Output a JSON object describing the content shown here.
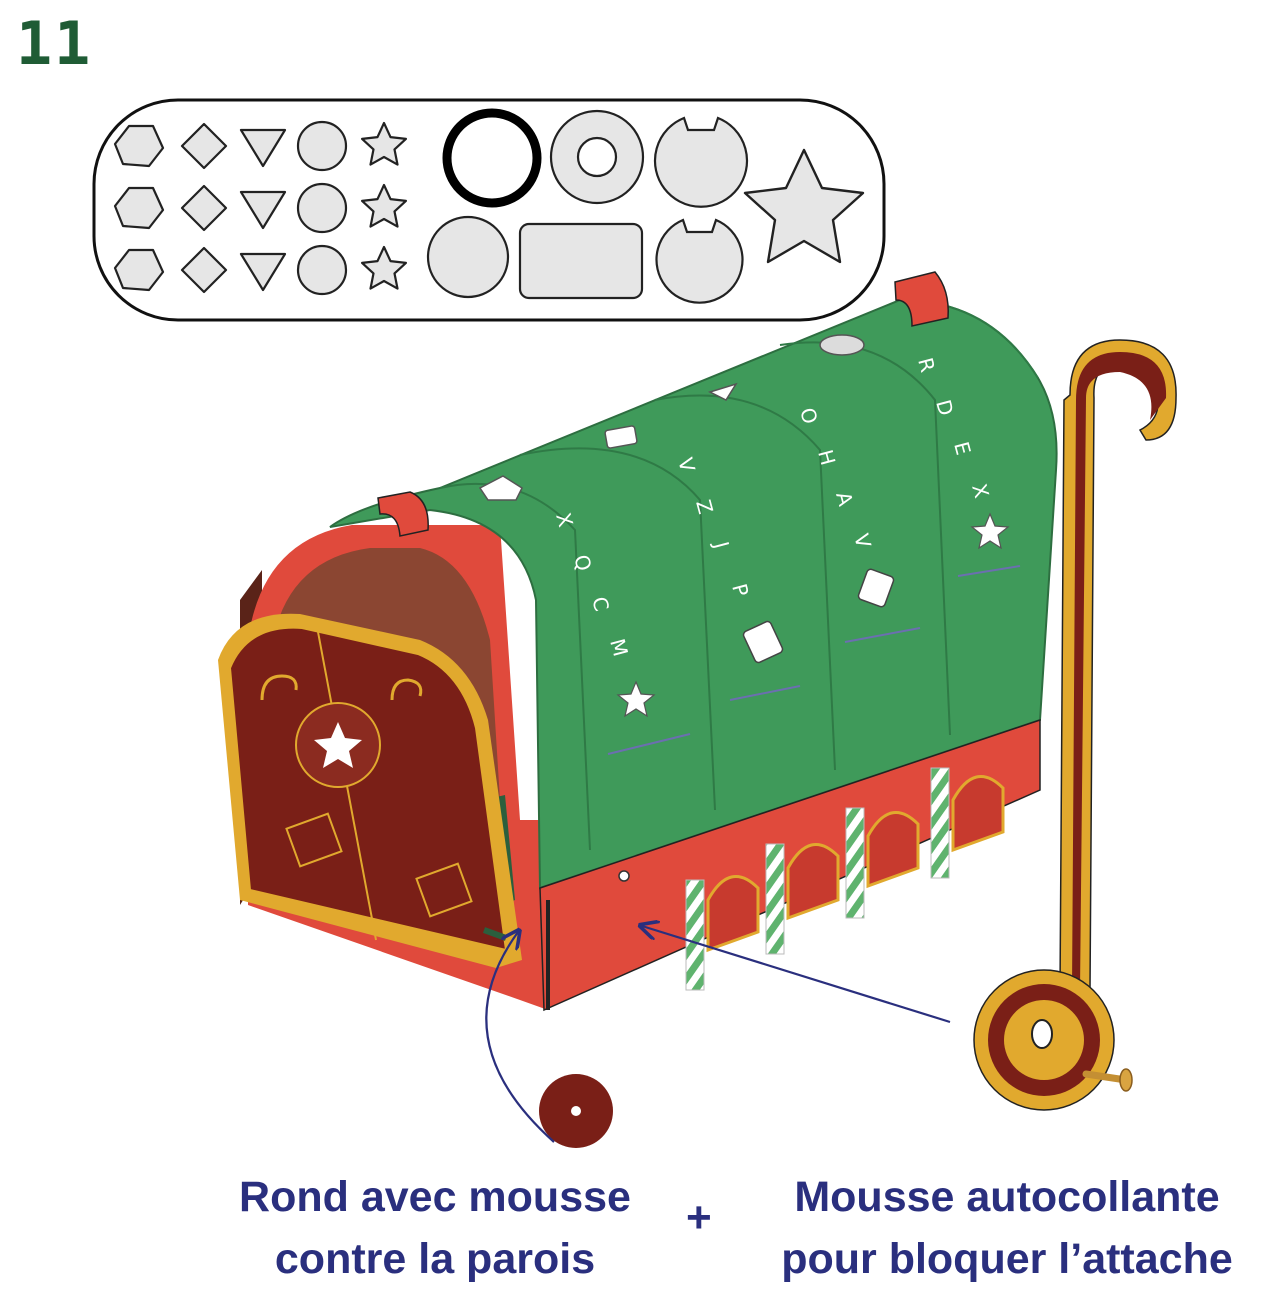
{
  "step_number": "11",
  "colors": {
    "step_number": "#1f5c35",
    "caption_text": "#2a2f7e",
    "arrow": "#2a2f7e",
    "box_green": "#3f9a5a",
    "box_green_light": "#56b174",
    "red_base": "#e04a3c",
    "door_maroon": "#7a1f17",
    "gold": "#e1a92e",
    "inside_brown": "#8b4632",
    "piece_fill": "#e6e6e6"
  },
  "pieces_panel": {
    "small_shape_rows": [
      [
        "pentagon-piece",
        "diamond-piece",
        "triangle-piece",
        "circle-piece",
        "star-piece"
      ],
      [
        "pentagon-piece",
        "diamond-piece",
        "triangle-piece",
        "circle-piece",
        "star-piece"
      ],
      [
        "pentagon-piece",
        "diamond-piece",
        "triangle-piece",
        "circle-piece",
        "star-piece"
      ]
    ],
    "large_pieces": [
      "black-ring-piece",
      "donut-washer-piece",
      "notched-disc-piece",
      "large-disc-piece",
      "rectangle-piece",
      "notched-disc-piece",
      "large-star-piece"
    ]
  },
  "dial_letters": [
    [
      "X",
      "Q",
      "C",
      "M"
    ],
    [
      "V",
      "Z",
      "J",
      "P"
    ],
    [
      "O",
      "H",
      "A",
      "V"
    ],
    [
      "R",
      "D",
      "E",
      "X"
    ]
  ],
  "icons": [
    "star-icon",
    "candy-cane-icon",
    "gift-icon",
    "chevron-icon"
  ],
  "captions": {
    "left": [
      "Rond avec mousse",
      "contre la parois"
    ],
    "plus": "+",
    "right": [
      "Mousse autocollante",
      "pour bloquer l’attache"
    ]
  }
}
